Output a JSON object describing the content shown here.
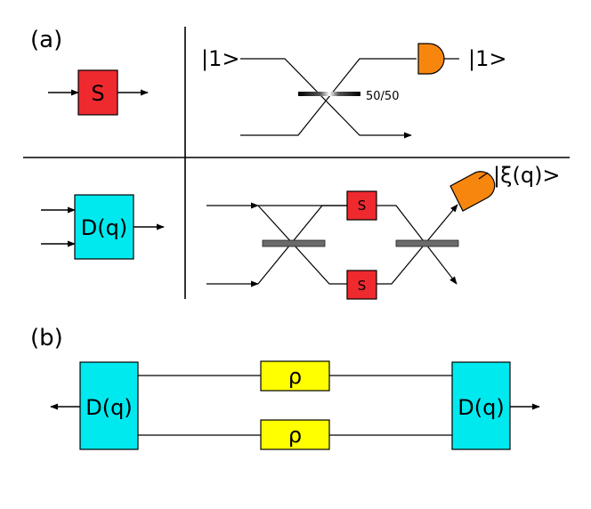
{
  "panel_a": {
    "label": "(a)",
    "s_box": {
      "label": "S",
      "color": "#ee2a2f"
    },
    "hom": {
      "input_state": "|1>",
      "output_state": "|1>",
      "splitter_label": "50/50",
      "detector_color": "#f7860f"
    },
    "d_box": {
      "label": "D(q)",
      "color": "#00e9ee"
    },
    "interferometer": {
      "phase_label_top": "S",
      "phase_label_bottom": "S",
      "output_state": "|ξ(q)>",
      "phase_color": "#ee2a2f",
      "detector_color": "#f7860f",
      "splitter_color": "#6b6b6b"
    }
  },
  "panel_b": {
    "label": "(b)",
    "left_box": {
      "label": "D(q)",
      "color": "#00e9ee"
    },
    "right_box": {
      "label": "D(q)",
      "color": "#00e9ee"
    },
    "rho_top": {
      "label": "ρ",
      "color": "#ffff00"
    },
    "rho_bottom": {
      "label": "ρ",
      "color": "#ffff00"
    }
  }
}
